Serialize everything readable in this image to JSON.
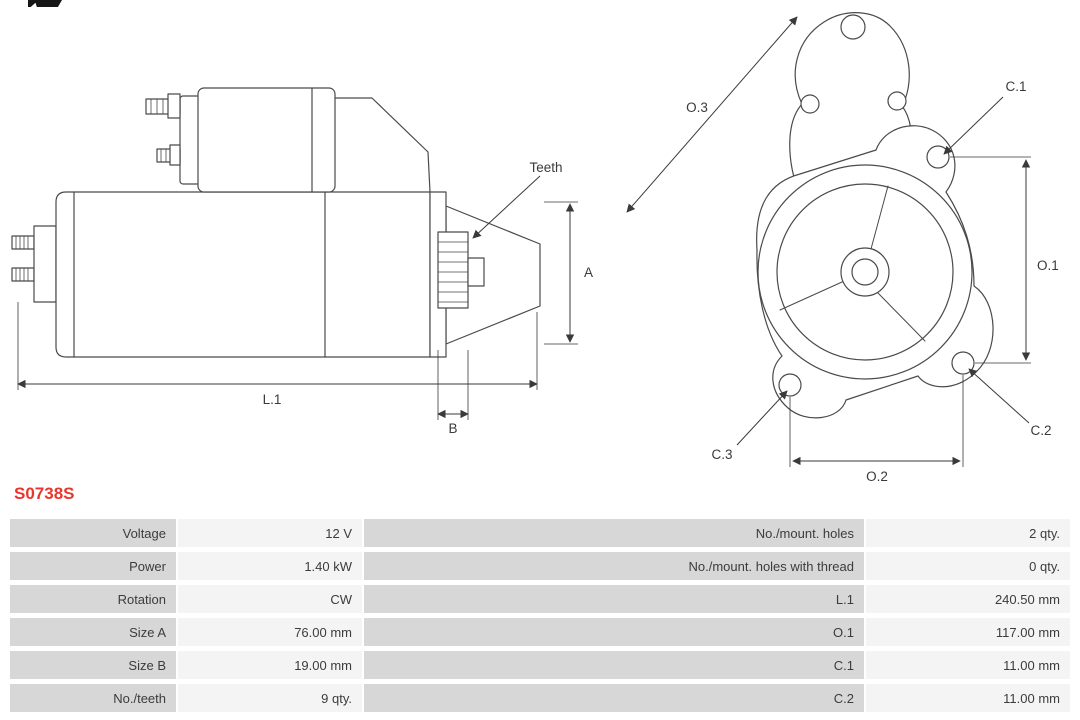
{
  "page": {
    "part_number": "S0738S"
  },
  "colors": {
    "part_number_red": "#e8362d",
    "table_label_bg": "#d7d7d7",
    "table_value_bg": "#f4f4f4",
    "line_color": "#4a4a4a"
  },
  "diagram": {
    "labels": {
      "teeth": "Teeth",
      "a": "A",
      "b": "B",
      "l1": "L.1",
      "o1": "O.1",
      "o2": "O.2",
      "o3": "O.3",
      "c1": "C.1",
      "c2": "C.2",
      "c3": "C.3"
    }
  },
  "table": {
    "rows": [
      {
        "label_left": "Voltage",
        "value_left": "12 V",
        "label_right": "No./mount. holes",
        "value_right": "2 qty."
      },
      {
        "label_left": "Power",
        "value_left": "1.40 kW",
        "label_right": "No./mount. holes with thread",
        "value_right": "0 qty."
      },
      {
        "label_left": "Rotation",
        "value_left": "CW",
        "label_right": "L.1",
        "value_right": "240.50 mm"
      },
      {
        "label_left": "Size A",
        "value_left": "76.00 mm",
        "label_right": "O.1",
        "value_right": "117.00 mm"
      },
      {
        "label_left": "Size B",
        "value_left": "19.00 mm",
        "label_right": "C.1",
        "value_right": "11.00 mm"
      },
      {
        "label_left": "No./teeth",
        "value_left": "9 qty.",
        "label_right": "C.2",
        "value_right": "11.00 mm"
      }
    ]
  }
}
